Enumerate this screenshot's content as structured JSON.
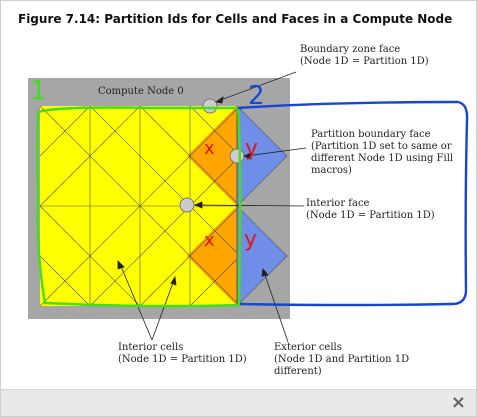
{
  "figure": {
    "title": "Figure 7.14: Partition Ids for Cells and Faces in a Compute Node"
  },
  "diagram": {
    "compute_node_label": "Compute Node 0",
    "annotations": {
      "boundary_zone_face": [
        "Boundary zone face",
        "(Node 1D = Partition 1D)"
      ],
      "partition_boundary_face": [
        "Partition boundary face",
        "(Partition 1D set to same or",
        "different Node 1D using Fill",
        "macros)"
      ],
      "interior_face": [
        "Interior face",
        "(Node 1D = Partition 1D)"
      ],
      "interior_cells": [
        "Interior cells",
        "(Node 1D = Partition 1D)"
      ],
      "exterior_cells": [
        "Exterior cells",
        "(Node 1D and Partition 1D",
        "different)"
      ]
    },
    "handwritten": {
      "mark_1": "1",
      "mark_2": "2",
      "mark_x_top": "x",
      "mark_y_top": "y",
      "mark_x_bottom": "x",
      "mark_y_bottom": "y"
    },
    "colors": {
      "node_background": "#a6a6a6",
      "interior_cells": "#ffff00",
      "partition_cells": "#ffa500",
      "exterior_cells": "#6e8ee8",
      "green_ink": "#44dd22",
      "blue_ink": "#1447d6",
      "red_ink": "#e01818"
    }
  },
  "footer": {
    "close_icon": "×"
  }
}
